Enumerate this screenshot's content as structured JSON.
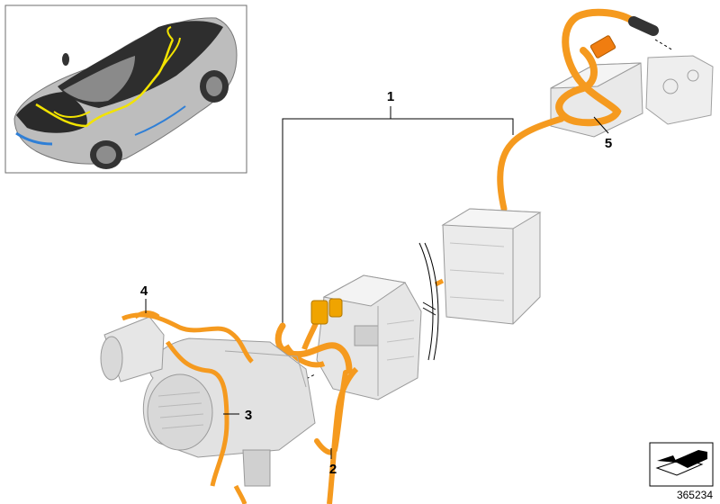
{
  "callouts": {
    "c1": "1",
    "c2": "2",
    "c3": "3",
    "c4": "4",
    "c5": "5"
  },
  "part_number": "365234",
  "colors": {
    "cable_orange": "#f59a1f",
    "cable_dark": "#c87411",
    "component_grey": "#e9e9e9",
    "component_outline": "#9a9a9a",
    "car_body": "#b9b9b9",
    "car_roof": "#2b2b2b",
    "car_wiring_yellow": "#f2e300",
    "inset_frame": "#6e6e6e"
  },
  "icons": [
    "car-inset-illustration",
    "nav-arrow-icon"
  ]
}
